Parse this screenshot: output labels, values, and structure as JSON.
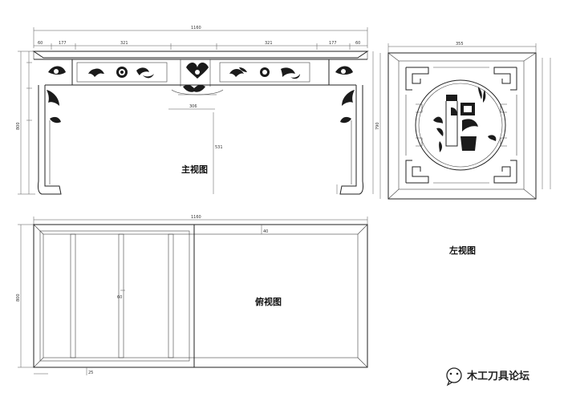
{
  "views": {
    "front": {
      "label": "主视图"
    },
    "side": {
      "label": "左视图"
    },
    "top": {
      "label": "俯视图"
    }
  },
  "dimensions": {
    "front_total_width": "1160",
    "side_total_width": "355",
    "top_total_width": "1160",
    "front_height": "800",
    "side_height": "790",
    "top_depth": "800",
    "front_segments": [
      "60",
      "177",
      "321",
      "321",
      "177",
      "60"
    ],
    "front_center": "306",
    "front_leg_height": "531",
    "top_offset": "40",
    "top_board": "60",
    "bottom_mark": "25"
  },
  "watermark": {
    "icon": "wechat-icon",
    "text": "木工刀具论坛"
  }
}
